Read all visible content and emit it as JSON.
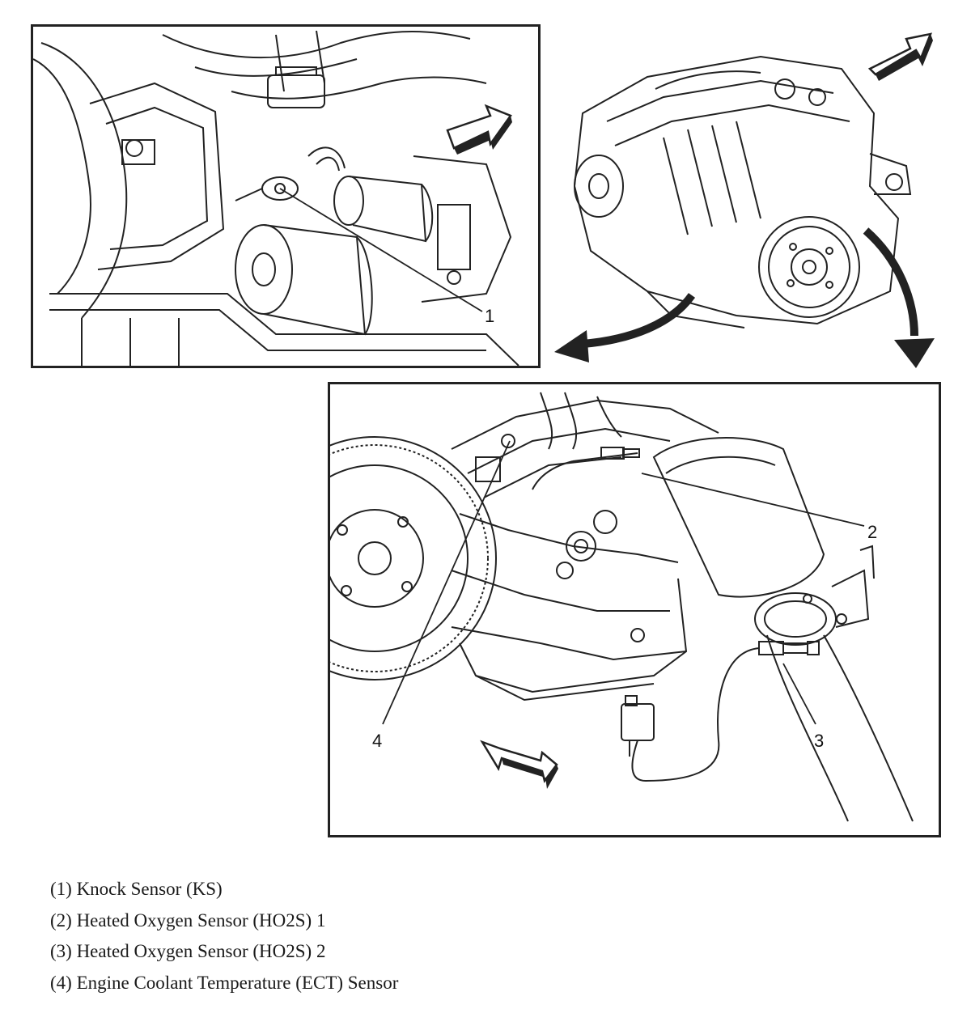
{
  "callouts": {
    "c1": "1",
    "c2": "2",
    "c3": "3",
    "c4": "4"
  },
  "legend": {
    "items": [
      "(1) Knock Sensor (KS)",
      "(2) Heated Oxygen Sensor (HO2S) 1",
      "(3) Heated Oxygen Sensor (HO2S) 2",
      "(4) Engine Coolant Temperature (ECT) Sensor"
    ]
  }
}
